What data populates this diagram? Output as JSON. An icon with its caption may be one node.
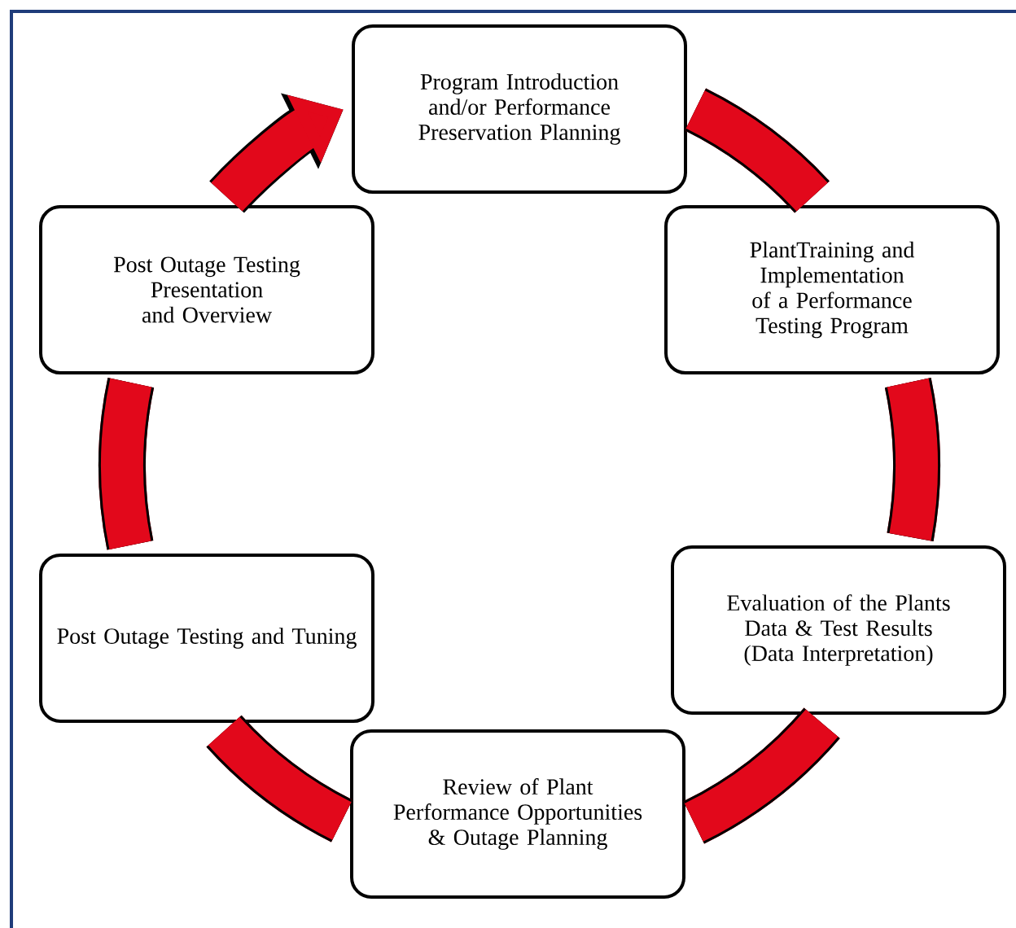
{
  "diagram": {
    "nodes": [
      {
        "text": [
          "Program Introduction and/or Performance Preservation Planning"
        ]
      },
      {
        "text": [
          "PlantTraining and Implementation of a Performance Testing Program"
        ]
      },
      {
        "text": [
          "Evaluation of the Plants Data & Test Results (Data Interpretation)"
        ]
      },
      {
        "text": [
          "Review of Plant Performance Opportunities & Outage Planning"
        ]
      },
      {
        "text": [
          "Post Outage Testing and Tuning"
        ]
      },
      {
        "text": [
          "Post Outage Testing Presentation and Overview"
        ]
      }
    ],
    "edges": [
      {
        "from": 0,
        "to": 1,
        "arrow": "none",
        "color": "#e2081b"
      },
      {
        "from": 1,
        "to": 2,
        "arrow": "none",
        "color": "#e2081b"
      },
      {
        "from": 2,
        "to": 3,
        "arrow": "none",
        "color": "#e2081b"
      },
      {
        "from": 3,
        "to": 4,
        "arrow": "none",
        "color": "#e2081b"
      },
      {
        "from": 4,
        "to": 5,
        "arrow": "none",
        "color": "#e2081b"
      },
      {
        "from": 5,
        "to": 0,
        "arrow": "to",
        "color": "#e2081b"
      }
    ]
  }
}
